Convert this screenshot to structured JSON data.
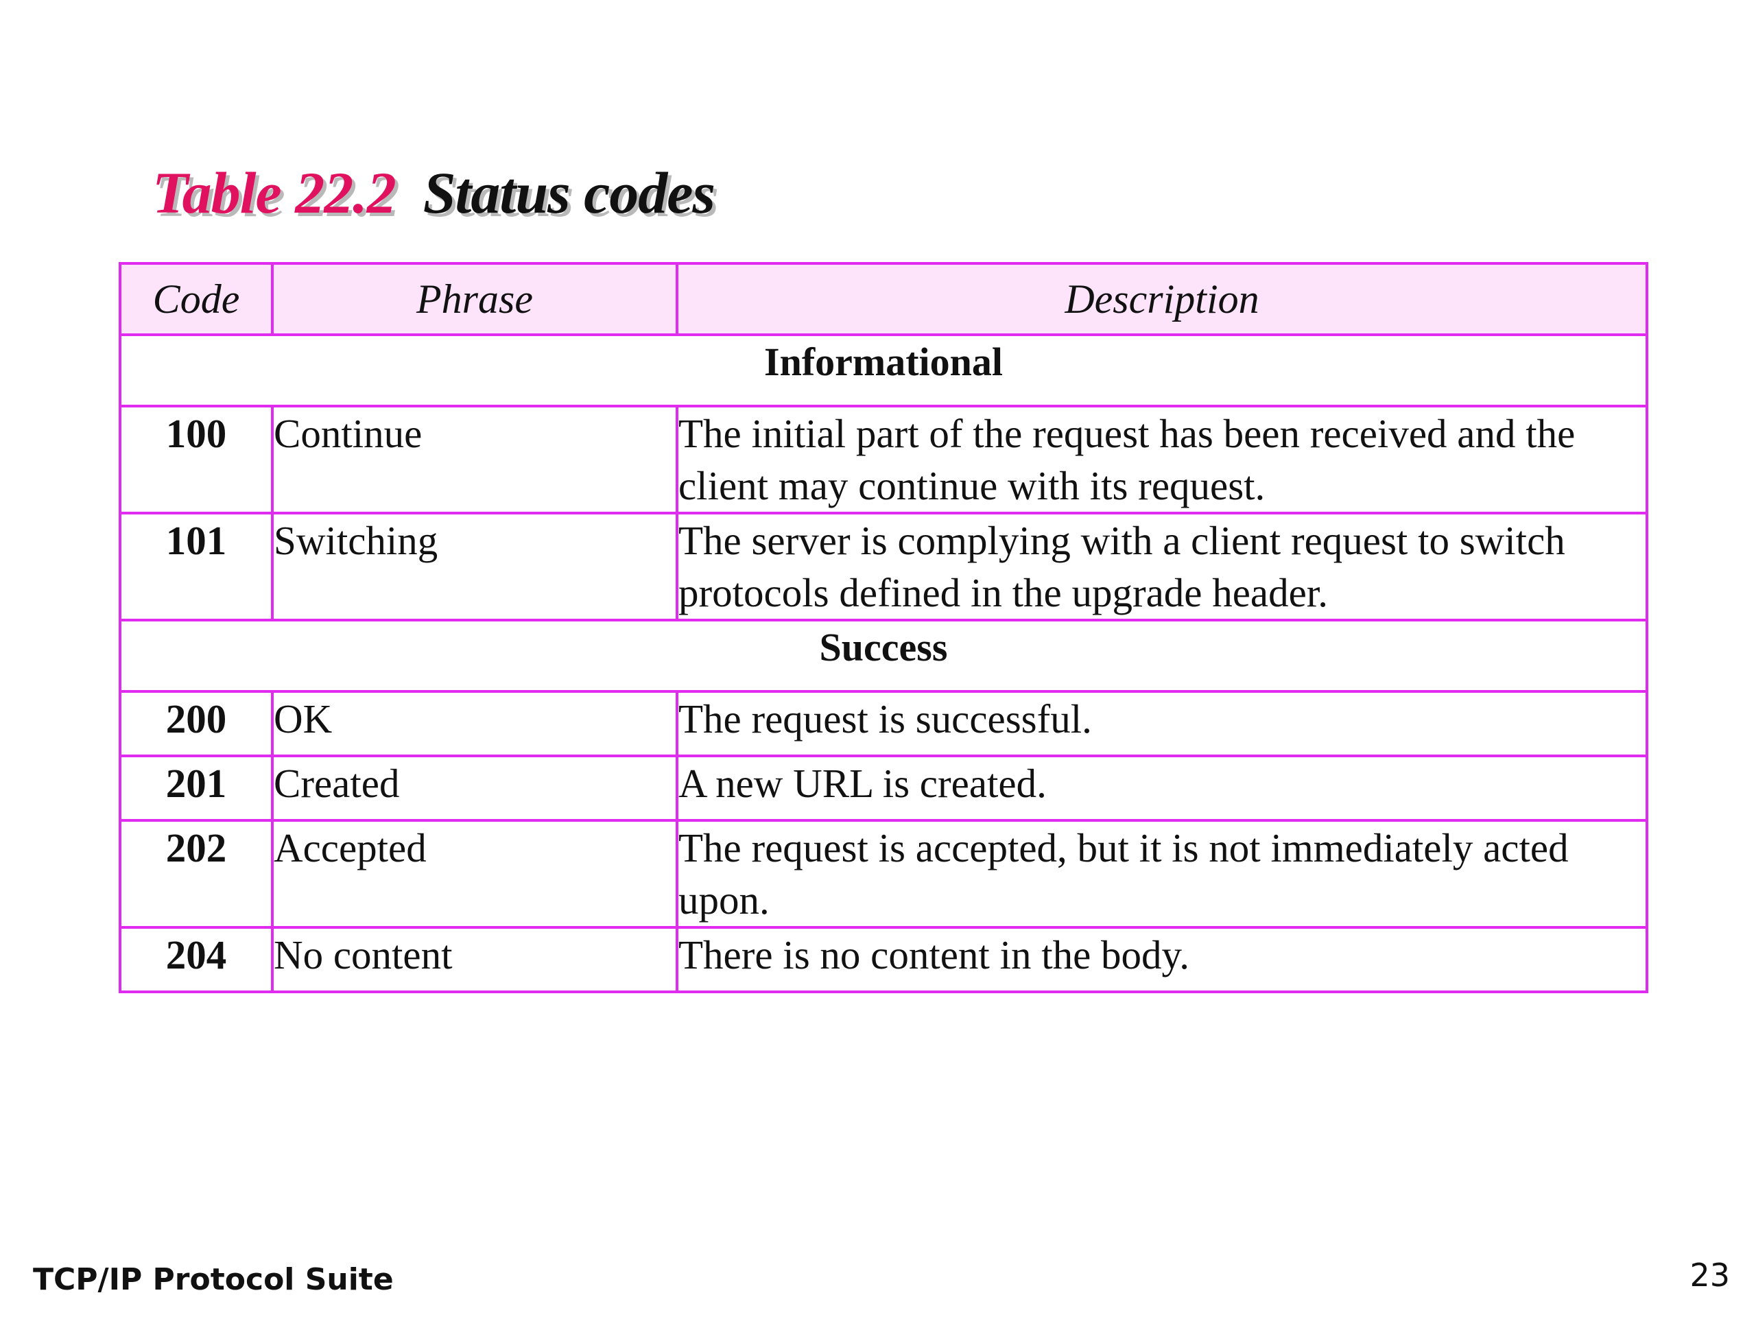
{
  "title": {
    "number": "Table 22.2",
    "name": "Status codes"
  },
  "table": {
    "headers": {
      "code": "Code",
      "phrase": "Phrase",
      "description": "Description"
    },
    "sections": [
      {
        "label": "Informational",
        "rows": [
          {
            "code": "100",
            "phrase": "Continue",
            "description": "The initial part of the request has been received and the client may continue with its request."
          },
          {
            "code": "101",
            "phrase": "Switching",
            "description": "The server is complying with a client request to switch protocols defined in the upgrade header."
          }
        ]
      },
      {
        "label": "Success",
        "rows": [
          {
            "code": "200",
            "phrase": "OK",
            "description": "The request is successful."
          },
          {
            "code": "201",
            "phrase": "Created",
            "description": "A new URL is created."
          },
          {
            "code": "202",
            "phrase": "Accepted",
            "description": "The request is accepted, but it is not immediately acted upon."
          },
          {
            "code": "204",
            "phrase": "No content",
            "description": "There is no content in the body."
          }
        ]
      }
    ]
  },
  "footer": {
    "left": "TCP/IP Protocol Suite",
    "page_number": "23"
  },
  "colors": {
    "title_number": "#e0115f",
    "table_border": "#e02cf0",
    "header_background": "#fde4fb"
  }
}
